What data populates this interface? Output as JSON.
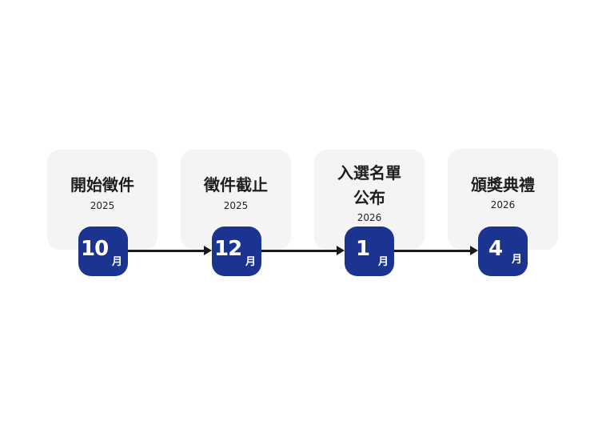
{
  "colors": {
    "badge": "#1b3490",
    "card": "#f4f4f4",
    "line": "#1a1a1a"
  },
  "steps": [
    {
      "title": "開始徵件",
      "year": "2025",
      "month": "10",
      "unit": "月"
    },
    {
      "title": "徵件截止",
      "year": "2025",
      "month": "12",
      "unit": "月"
    },
    {
      "title_line1": "入選名單",
      "title_line2": "公布",
      "year": "2026",
      "month": "1",
      "unit": "月"
    },
    {
      "title": "頒獎典禮",
      "year": "2026",
      "month": "4",
      "unit": "月"
    }
  ]
}
